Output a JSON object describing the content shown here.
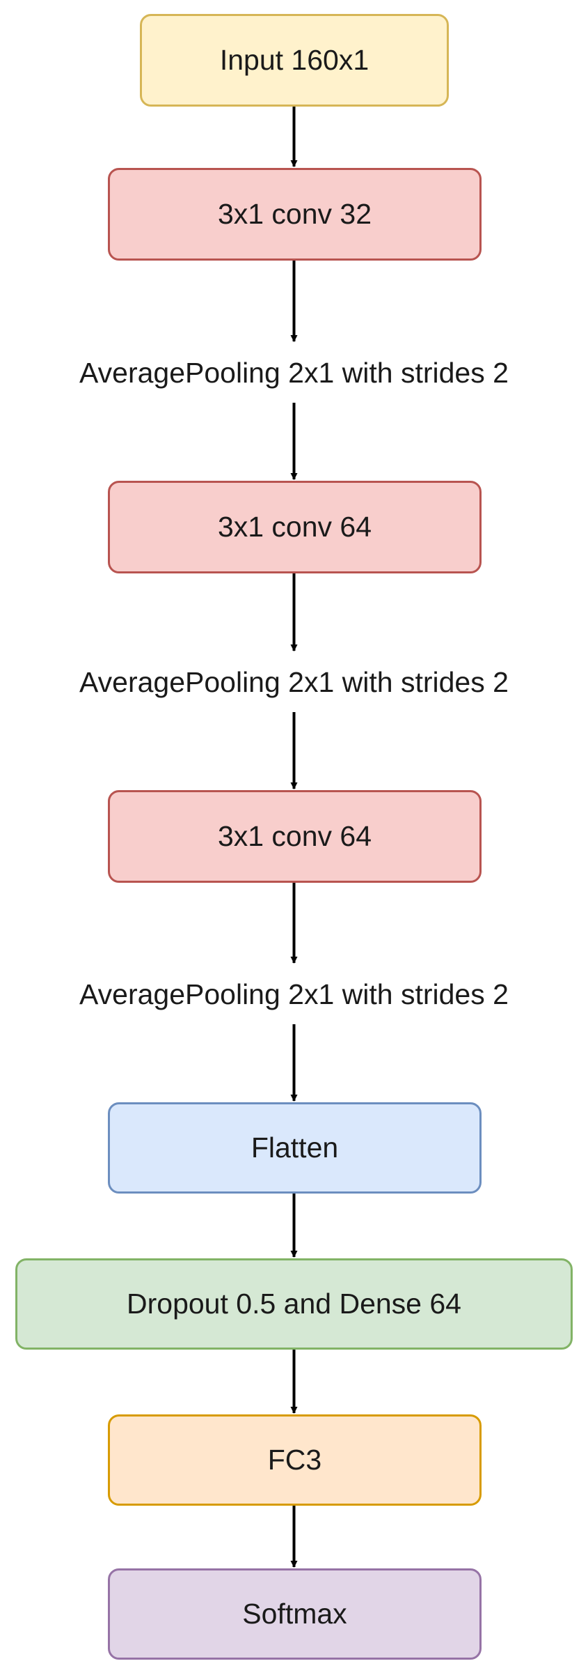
{
  "diagram": {
    "nodes": [
      {
        "id": "input",
        "label": "Input 160x1",
        "fill": "#fff2cc",
        "stroke": "#d6b656"
      },
      {
        "id": "conv1",
        "label": "3x1 conv 32",
        "fill": "#f8cecc",
        "stroke": "#b85450"
      },
      {
        "id": "pool1",
        "label": "AveragePooling 2x1 with strides 2"
      },
      {
        "id": "conv2",
        "label": "3x1 conv 64",
        "fill": "#f8cecc",
        "stroke": "#b85450"
      },
      {
        "id": "pool2",
        "label": "AveragePooling 2x1 with strides 2"
      },
      {
        "id": "conv3",
        "label": "3x1 conv 64",
        "fill": "#f8cecc",
        "stroke": "#b85450"
      },
      {
        "id": "pool3",
        "label": "AveragePooling 2x1 with strides 2"
      },
      {
        "id": "flatten",
        "label": "Flatten",
        "fill": "#dae8fc",
        "stroke": "#6c8ebf"
      },
      {
        "id": "dense",
        "label": "Dropout 0.5 and Dense 64",
        "fill": "#d5e8d4",
        "stroke": "#82b366"
      },
      {
        "id": "fc3",
        "label": "FC3",
        "fill": "#ffe6cc",
        "stroke": "#d79b00"
      },
      {
        "id": "softmax",
        "label": "Softmax",
        "fill": "#e1d5e7",
        "stroke": "#9673a6"
      }
    ],
    "edges": [
      [
        "input",
        "conv1"
      ],
      [
        "conv1",
        "pool1"
      ],
      [
        "pool1",
        "conv2"
      ],
      [
        "conv2",
        "pool2"
      ],
      [
        "pool2",
        "conv3"
      ],
      [
        "conv3",
        "pool3"
      ],
      [
        "pool3",
        "flatten"
      ],
      [
        "flatten",
        "dense"
      ],
      [
        "dense",
        "fc3"
      ],
      [
        "fc3",
        "softmax"
      ]
    ]
  }
}
